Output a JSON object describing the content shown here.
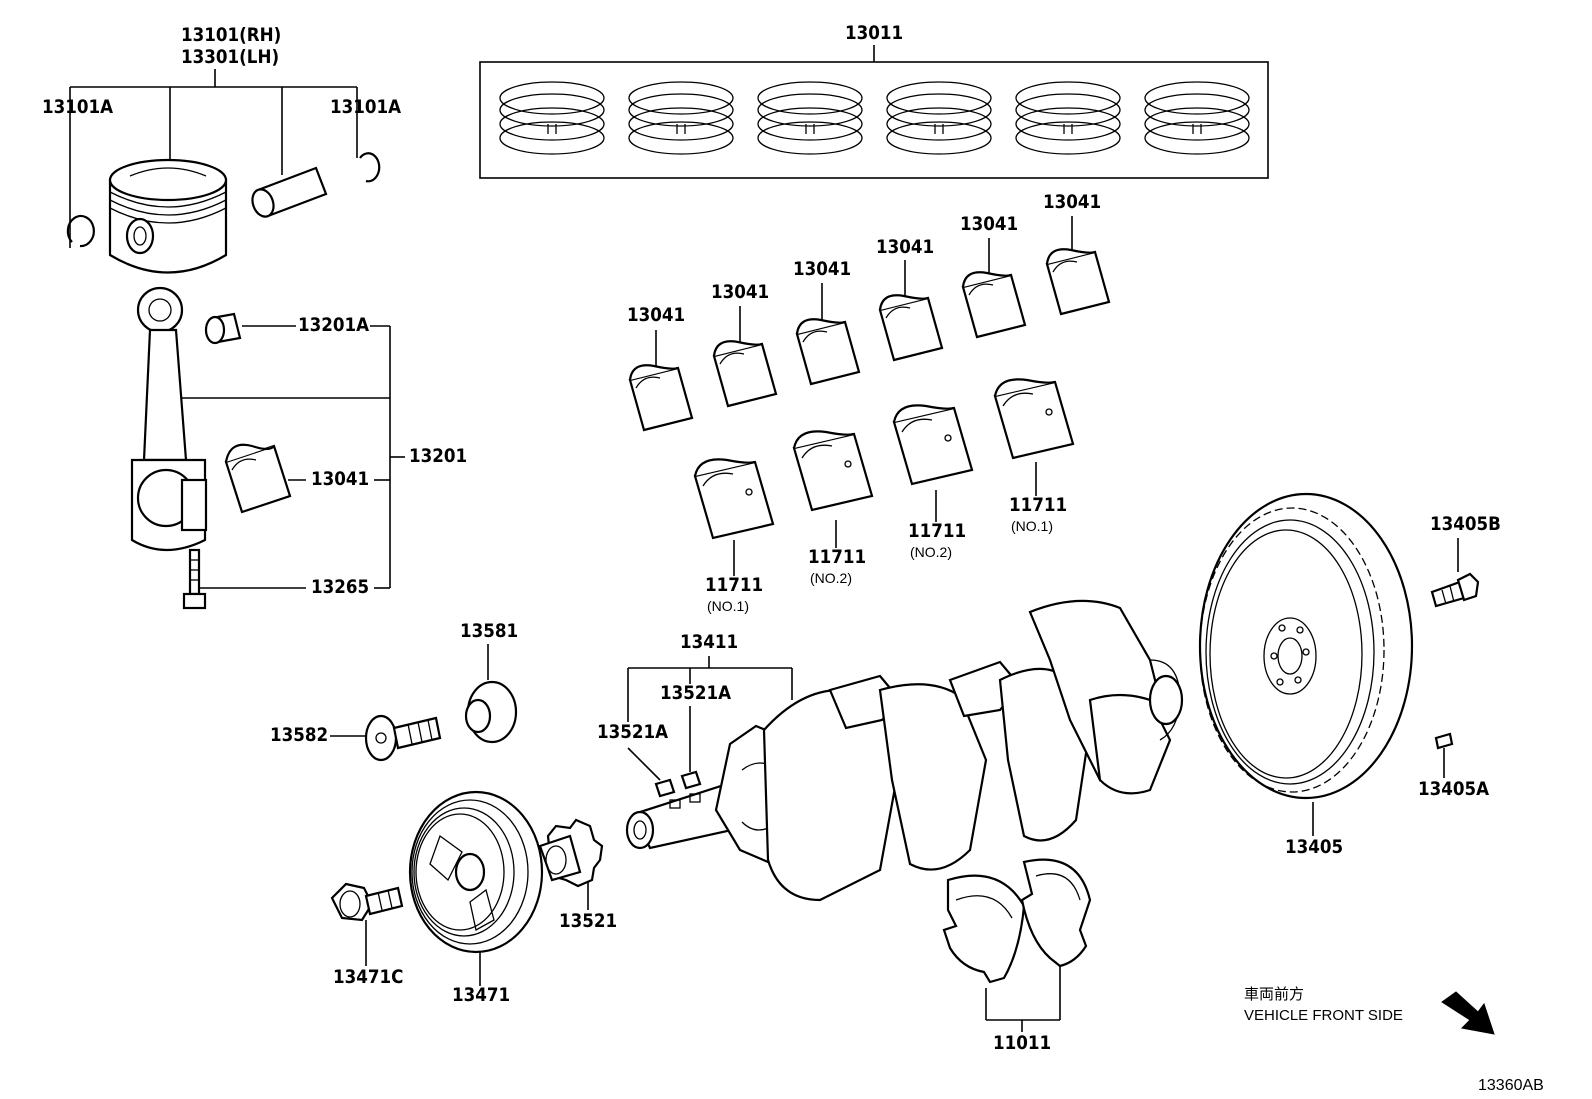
{
  "labels": {
    "piston_rh": "13101(RH)",
    "piston_lh": "13301(LH)",
    "snap_ring_left": "13101A",
    "snap_ring_right": "13101A",
    "ring_set": "13011",
    "conrod_bushing": "13201A",
    "conrod_assy": "13201",
    "conrod_bearing": "13041",
    "conrod_bolt": "13265",
    "bearing_upper_1": "13041",
    "bearing_upper_2": "13041",
    "bearing_upper_3": "13041",
    "bearing_upper_4": "13041",
    "bearing_upper_5": "13041",
    "bearing_upper_6": "13041",
    "main_bearing_1": "11711",
    "main_bearing_1_sub": "(NO.1)",
    "main_bearing_2": "11711",
    "main_bearing_2_sub": "(NO.2)",
    "main_bearing_3": "11711",
    "main_bearing_3_sub": "(NO.2)",
    "main_bearing_4": "11711",
    "main_bearing_4_sub": "(NO.1)",
    "crank_washer": "13581",
    "crank_washer_bolt": "13582",
    "crankshaft_assy": "13411",
    "key_a": "13521A",
    "key_b": "13521A",
    "crank_sprocket": "13521",
    "pulley": "13471",
    "pulley_bolt": "13471C",
    "flywheel": "13405",
    "flywheel_bolt": "13405B",
    "flywheel_pin": "13405A",
    "thrust_washer": "11011"
  },
  "note": {
    "japanese": "車両前方",
    "english": "VEHICLE FRONT SIDE"
  },
  "diagram_code": "13360AB"
}
